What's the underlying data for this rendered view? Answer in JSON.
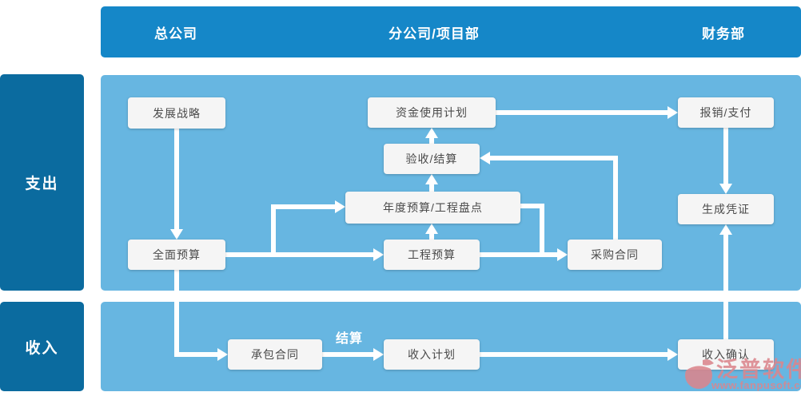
{
  "header": {
    "columns": [
      "总公司",
      "分公司/项目部",
      "财务部"
    ]
  },
  "lanes": [
    {
      "label": "支出"
    },
    {
      "label": "收入"
    }
  ],
  "nodes": {
    "development_strategy": "发展战略",
    "fund_usage_plan": "资金使用计划",
    "reimbursement_payment": "报销/支付",
    "acceptance_settlement": "验收/结算",
    "annual_budget_inventory": "年度预算/工程盘点",
    "comprehensive_budget": "全面预算",
    "project_budget": "工程预算",
    "purchase_contract": "采购合同",
    "generate_voucher": "生成凭证",
    "contracting_contract": "承包合同",
    "income_plan": "收入计划",
    "income_confirmation": "收入确认"
  },
  "edge_labels": {
    "settlement": "结算"
  },
  "edges": [
    {
      "from": "发展战略",
      "to": "全面预算"
    },
    {
      "from": "全面预算",
      "to": "工程预算"
    },
    {
      "from": "全面预算",
      "to": "年度预算/工程盘点"
    },
    {
      "from": "工程预算",
      "to": "年度预算/工程盘点"
    },
    {
      "from": "年度预算/工程盘点",
      "to": "验收/结算"
    },
    {
      "from": "验收/结算",
      "to": "资金使用计划"
    },
    {
      "from": "资金使用计划",
      "to": "报销/支付"
    },
    {
      "from": "工程预算",
      "to": "采购合同"
    },
    {
      "from": "年度预算/工程盘点",
      "to": "采购合同"
    },
    {
      "from": "采购合同",
      "to": "验收/结算"
    },
    {
      "from": "报销/支付",
      "to": "生成凭证"
    },
    {
      "from": "全面预算",
      "to": "承包合同"
    },
    {
      "from": "承包合同",
      "to": "收入计划",
      "label": "结算"
    },
    {
      "from": "收入计划",
      "to": "收入确认"
    },
    {
      "from": "收入确认",
      "to": "生成凭证"
    }
  ],
  "watermark": {
    "brand": "泛普软件",
    "url": "www.fanpusoft.com"
  },
  "colors": {
    "header_blue": "#1587c8",
    "lane_blue": "#0b6b9f",
    "panel_blue": "#67b6e1",
    "box_bg": "#f5f5f5",
    "box_text": "#4a4a4a",
    "arrow": "#ffffff",
    "watermark_pink": "#db868d"
  }
}
